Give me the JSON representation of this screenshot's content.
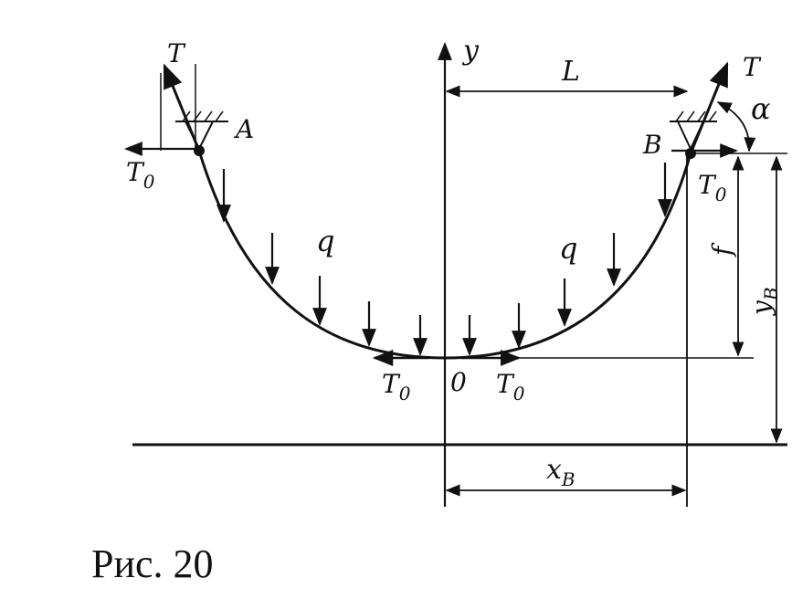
{
  "figure": {
    "caption": "Рис. 20",
    "labels": {
      "T_left": "T",
      "T_right": "T",
      "A": "A",
      "B": "B",
      "y_axis": "y",
      "L": "L",
      "alpha": "α",
      "q_left": "q",
      "q_right": "q",
      "origin": "0",
      "T0_left_top": "T",
      "T0_right_top": "T",
      "T0_bottom_left": "T",
      "T0_bottom_right": "T",
      "sub0": "0",
      "f": "f",
      "y_B": "y",
      "y_B_sub": "B",
      "x_B": "x",
      "x_B_sub": "B"
    }
  }
}
